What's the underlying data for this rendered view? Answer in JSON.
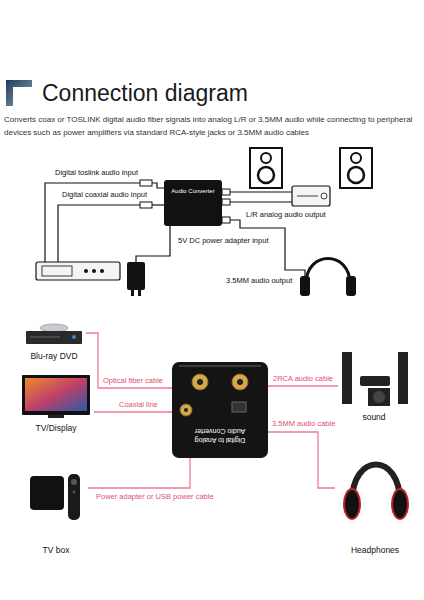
{
  "diagram": {
    "title": "Connection diagram",
    "caption": "Converts coax or TOSLINK digital audio fiber signals into analog L/R or 3.5MM audio while connecting to peripheral devices such as power amplifiers via standard RCA-style jacks or 3.5MM audio cables",
    "nodes": [
      {
        "text": [
          "Audio Converter"
        ]
      },
      {
        "text": [
          "Blu-ray DVD"
        ]
      },
      {
        "text": [
          "TV/Display"
        ]
      },
      {
        "text": [
          "TV box"
        ]
      },
      {
        "text": [
          "Digital to Analog Audio Converter"
        ]
      },
      {
        "text": [
          "sound"
        ]
      },
      {
        "text": [
          "Headphones"
        ]
      }
    ],
    "edges": [
      {
        "from": 1,
        "to": 4,
        "arrow": "none",
        "label": "Optical fiber cable"
      },
      {
        "from": 2,
        "to": 4,
        "arrow": "none",
        "label": "Coaxial line"
      },
      {
        "from": 3,
        "to": 4,
        "arrow": "none",
        "label": "Power adapter or USB power cable"
      },
      {
        "from": 4,
        "to": 5,
        "arrow": "none",
        "label": "2RCA audio cable"
      },
      {
        "from": 4,
        "to": 6,
        "arrow": "none",
        "label": "3.5MM audio cable"
      }
    ],
    "labels": [
      "Digital toslink audio input",
      "Digital coaxial audio input",
      "5V DC power adapter input",
      "L/R analog audio output",
      "3.5MM audio output"
    ]
  }
}
